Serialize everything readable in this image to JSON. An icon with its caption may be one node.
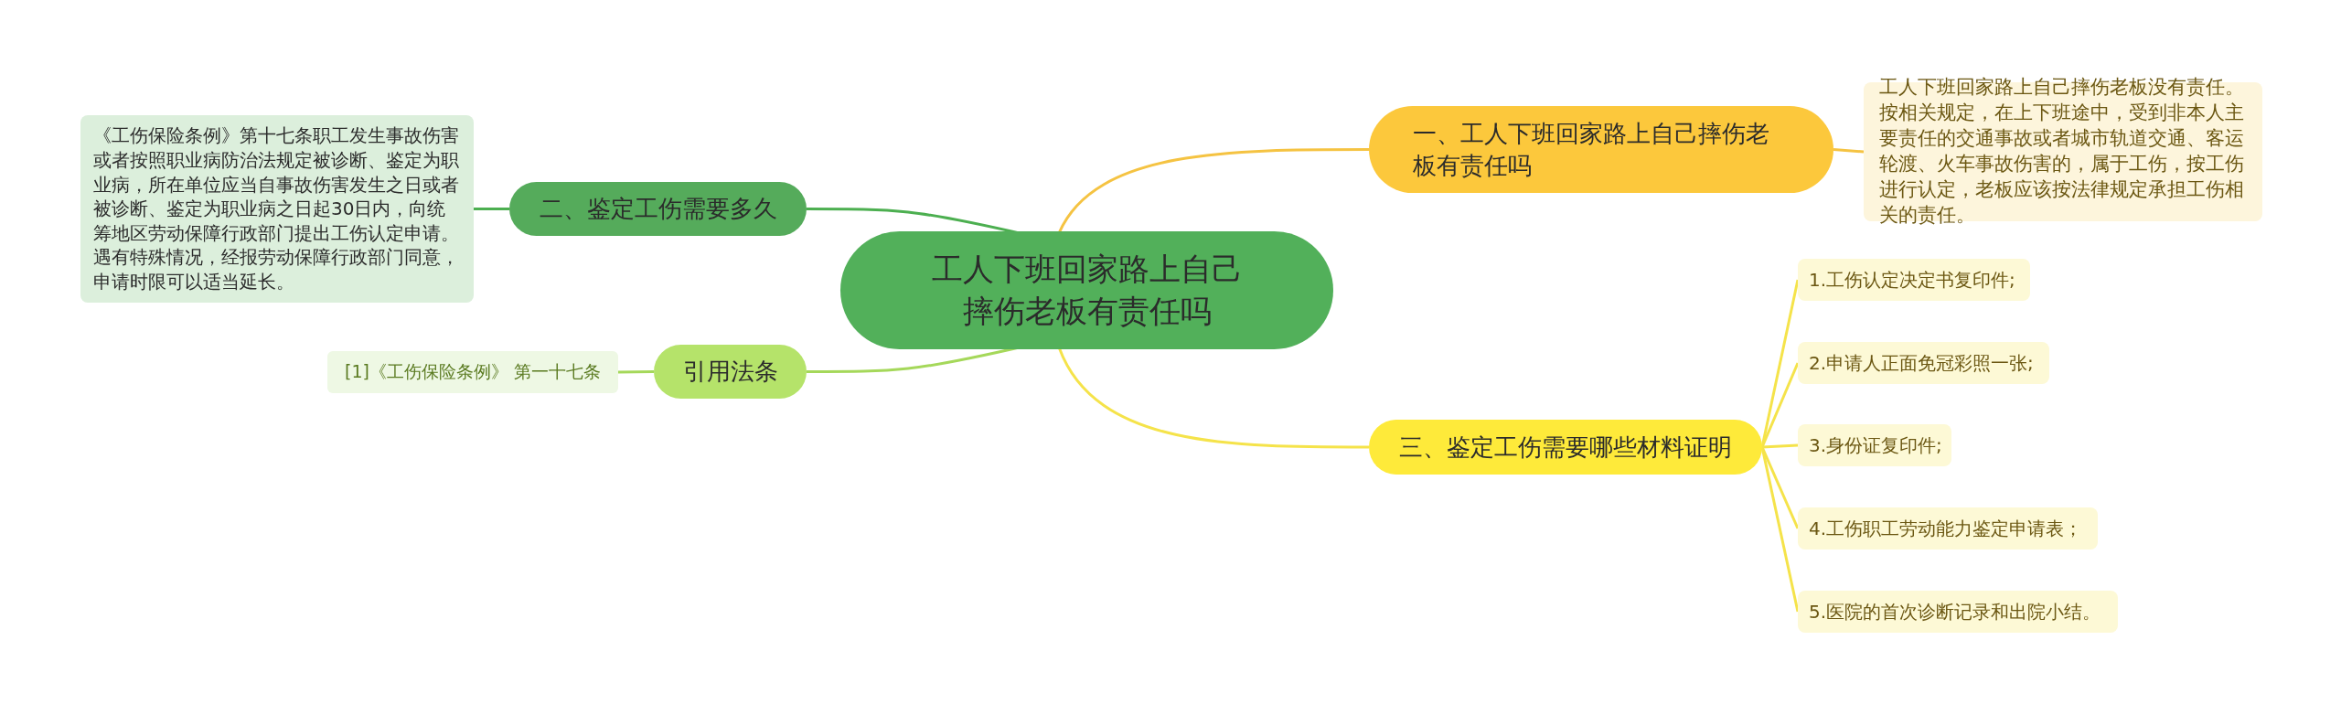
{
  "diagram": {
    "nodes": [
      {
        "text": [
          "工人下班回家路上自己摔伤老板有责任吗"
        ]
      },
      {
        "text": [
          "一、工人下班回家路上自己摔伤老板有责任吗"
        ]
      },
      {
        "text": [
          "工人下班回家路上自己摔伤老板没有责任。按相关规定，在上下班途中，受到非本人主要责任的交通事故或者城市轨道交通、客运轮渡、火车事故伤害的，属于工伤，按工伤进行认定，老板应该按法律规定承担工伤相关的责任。"
        ]
      },
      {
        "text": [
          "二、鉴定工伤需要多久"
        ]
      },
      {
        "text": [
          "《工伤保险条例》第十七条职工发生事故伤害或者按照职业病防治法规定被诊断、鉴定为职业病，所在单位应当自事故伤害发生之日或者被诊断、鉴定为职业病之日起30日内，向统筹地区劳动保障行政部门提出工伤认定申请。遇有特殊情况，经报劳动保障行政部门同意，申请时限可以适当延长。"
        ]
      },
      {
        "text": [
          "引用法条"
        ]
      },
      {
        "text": [
          "[1]《工伤保险条例》 第一十七条"
        ]
      },
      {
        "text": [
          "三、鉴定工伤需要哪些材料证明"
        ]
      },
      {
        "text": [
          "1.工伤认定决定书复印件;"
        ]
      },
      {
        "text": [
          "2.申请人正面免冠彩照一张;"
        ]
      },
      {
        "text": [
          "3.身份证复印件;"
        ]
      },
      {
        "text": [
          "4.工伤职工劳动能力鉴定申请表；"
        ]
      },
      {
        "text": [
          "5.医院的首次诊断记录和出院小结。"
        ]
      }
    ],
    "edges": [
      {
        "from": 0,
        "to": 1,
        "arrow": "none",
        "color": "#f5c342"
      },
      {
        "from": 1,
        "to": 2,
        "arrow": "none",
        "color": "#f5c342"
      },
      {
        "from": 0,
        "to": 3,
        "arrow": "none",
        "color": "#4caf50"
      },
      {
        "from": 3,
        "to": 4,
        "arrow": "none",
        "color": "#4caf50"
      },
      {
        "from": 0,
        "to": 5,
        "arrow": "none",
        "color": "#a5d85a"
      },
      {
        "from": 5,
        "to": 6,
        "arrow": "none",
        "color": "#a5d85a"
      },
      {
        "from": 0,
        "to": 7,
        "arrow": "none"
      },
      {
        "from": 7,
        "to": 8,
        "arrow": "none"
      },
      {
        "from": 7,
        "to": 9,
        "arrow": "none"
      },
      {
        "from": 7,
        "to": 10,
        "arrow": "none"
      },
      {
        "from": 7,
        "to": 11,
        "arrow": "none"
      },
      {
        "from": 7,
        "to": 12,
        "arrow": "none"
      }
    ]
  }
}
